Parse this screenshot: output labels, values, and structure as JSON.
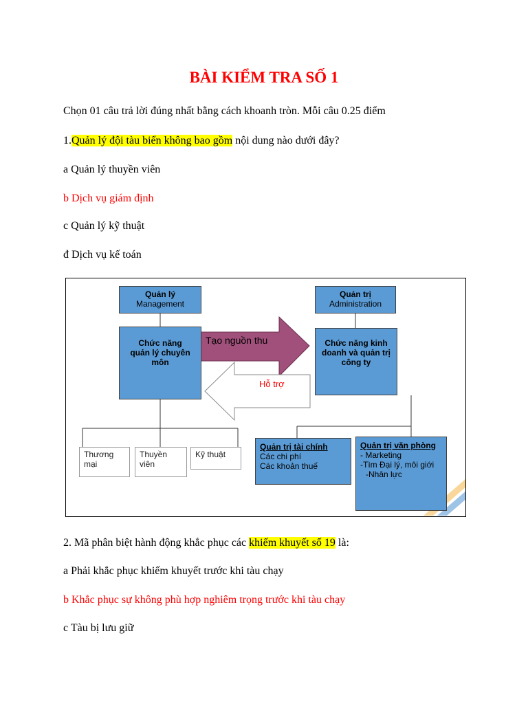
{
  "title": "BÀI KIỂM TRA SỐ 1",
  "instruction": "Chọn 01 câu trả lời đúng nhất bằng cách khoanh tròn. Mỗi câu 0.25 điểm",
  "q1": {
    "prefix": "1.",
    "highlight": "Quản lý đội tàu biển không bao gồm",
    "suffix": " nội dung nào dưới đây?",
    "options": [
      "a Quản lý thuyền viên",
      "b Dịch vụ giám định",
      "c Quản lý kỹ thuật",
      "đ Dịch vụ kế toán"
    ]
  },
  "diagram": {
    "management_title": "Quản lý",
    "management_sub": "Management",
    "admin_title": "Quản trị",
    "admin_sub": "Administration",
    "prof_function": "Chức năng quản lý chuyên môn",
    "business_function": "Chức năng kinh doanh và quản trị công ty",
    "arrow_right": "Tạo nguồn thu",
    "arrow_left": "Hỗ trợ",
    "sub_left": [
      "Thương mại",
      "Thuyền viên",
      "Kỹ thuật"
    ],
    "finance_title": "Quản trị tài chính",
    "finance_items": [
      "Các chi phí",
      "Các khoản thuế"
    ],
    "office_title": "Quản trị văn phòng",
    "office_items": [
      "- Marketing",
      "-Tìm Đại lý, môi giới",
      "-Nhân lực"
    ],
    "colors": {
      "box_blue": "#5b9bd5",
      "arrow_fill": "#a0507a"
    }
  },
  "q2": {
    "prefix": "2. Mã phân biệt hành động khắc phục các ",
    "highlight": "khiếm khuyết số 19",
    "suffix": " là:",
    "options": [
      "a Phải khắc phục khiếm khuyết trước khi tàu chạy",
      "b Khắc phục sự không phù hợp nghiêm trọng trước khi tàu chạy",
      "c Tàu bị lưu giữ"
    ]
  }
}
